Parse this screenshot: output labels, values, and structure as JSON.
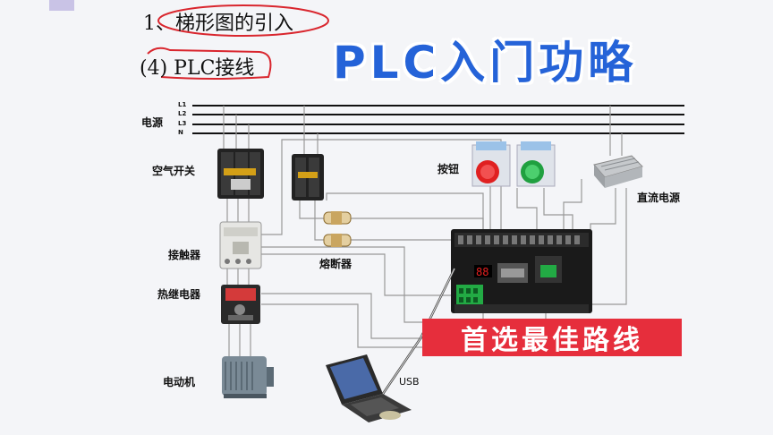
{
  "slide": {
    "section_heading": "1、梯形图的引入",
    "sub_heading": "(4) PLC接线",
    "banner_title": "PLC入门功略",
    "red_banner": "首选最佳路线"
  },
  "bus": {
    "lines": [
      "L1",
      "L2",
      "L3",
      "N"
    ],
    "label": "电源"
  },
  "components": {
    "air_switch": "空气开关",
    "contactor": "接触器",
    "thermal_relay": "热继电器",
    "motor": "电动机",
    "fuse": "熔断器",
    "buttons": "按钮",
    "dc_power": "直流电源",
    "usb": "USB"
  },
  "colors": {
    "title_blue": "#2563d8",
    "banner_red": "#e62e3c",
    "button_red": "#e02020",
    "button_green": "#20a040",
    "plc_body": "#1a1a1a",
    "terminal_green": "#22aa44"
  }
}
